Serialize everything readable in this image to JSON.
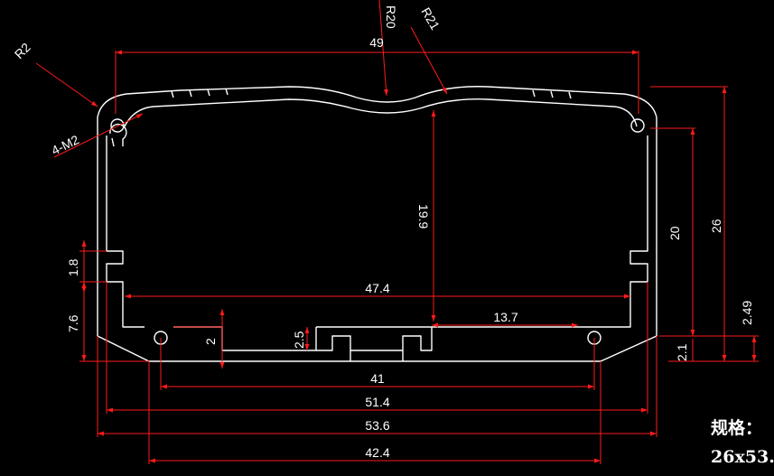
{
  "colors": {
    "background": "#000000",
    "profile": "#ffffff",
    "dimension": "#ff1a1a",
    "text": "#ffffff"
  },
  "labels": {
    "r2": "R2",
    "r20": "R20",
    "r21": "R21",
    "m2": "4-M2",
    "d49": "49",
    "d19_9": "19.9",
    "d20": "20",
    "d26": "26",
    "d1_8": "1.8",
    "d7_6": "7.6",
    "d47_4": "47.4",
    "d13_7": "13.7",
    "d2": "2",
    "d2_5": "2.5",
    "d2_49": "2.49",
    "d2_1": "2.1",
    "d41": "41",
    "d51_4": "51.4",
    "d53_6": "53.6",
    "d42_4": "42.4"
  },
  "spec": {
    "label": "规格：",
    "value": "26x53."
  }
}
